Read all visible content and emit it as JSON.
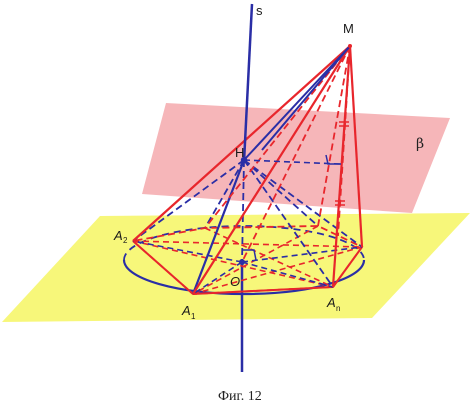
{
  "figure": {
    "caption": "Фиг. 12",
    "labels": {
      "s": "s",
      "m": "M",
      "h": "H",
      "beta": "β",
      "a2": "A",
      "a2_sub": "2",
      "a1": "A",
      "a1_sub": "1",
      "an": "A",
      "an_sub": "n",
      "o": "O"
    },
    "colors": {
      "base_plane": "#f7f77a",
      "beta_plane": "#f4a9ad",
      "red": "#e8262c",
      "blue": "#2a2ea6"
    }
  }
}
